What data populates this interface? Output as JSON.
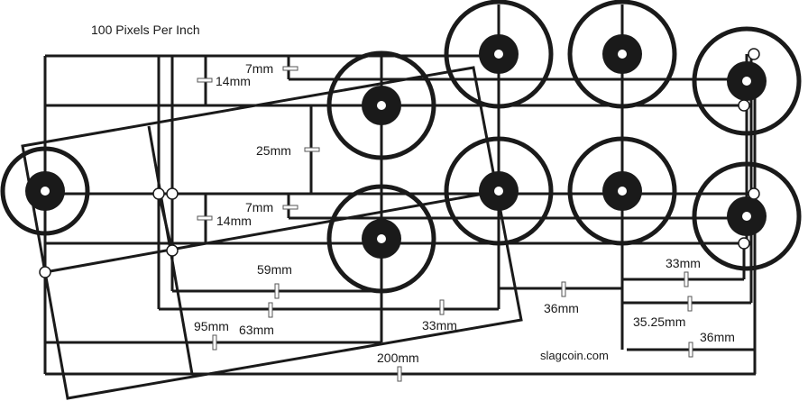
{
  "title": "100 Pixels Per Inch",
  "credit": "slagcoin.com",
  "measurements": {
    "top_7mm": "7mm",
    "top_14mm": "14mm",
    "gap_25mm": "25mm",
    "bottom_7mm": "7mm",
    "bottom_14mm": "14mm",
    "d59": "59mm",
    "d63": "63mm",
    "d95": "95mm",
    "d33_left": "33mm",
    "d36_mid": "36mm",
    "d33_right": "33mm",
    "d35_25": "35.25mm",
    "d36_right": "36mm",
    "d200": "200mm"
  },
  "colors": {
    "line": "#1a1a1a",
    "background": "#ffffff"
  }
}
